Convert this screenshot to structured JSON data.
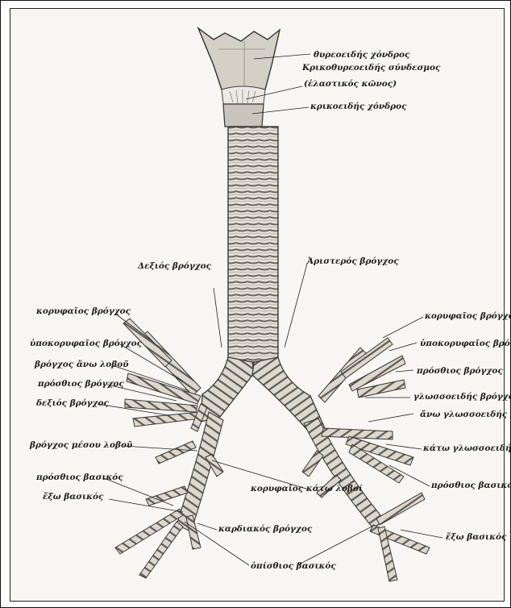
{
  "figure": {
    "labels": {
      "thyroid_cartilage": "θυρεοειδής χόνδρος",
      "cricothyroid_ligament": "Κρικοθυρεοειδής σύνδεσμος",
      "elastic_cone": "(ἐλαστικός κῶνος)",
      "cricoid_cartilage": "κρικοειδής χόνδρος",
      "right_bronchus": "Δεξιός βρόγχος",
      "left_bronchus": "Ἀριστερός βρόγχος",
      "apical_bronchus_right": "κορυφαῖος βρόγχος",
      "subapical_bronchus_right": "ὑποκορυφαῖος βρόγχος",
      "upper_lobe_bronchus": "βρόγχος ἄνω λοβοῦ",
      "anterior_bronchus_right": "πρόσθιος βρόγχος",
      "right_bronchus_lower": "δεξιός βρόγχος",
      "middle_lobe_bronchus": "βρόγχος μέσου λοβοῦ",
      "anterior_basal_right": "πρόσθιος βασικός",
      "lateral_basal_right": "ἔξω βασικός",
      "apical_bronchus_left": "κορυφαῖος βρόγχος",
      "subapical_bronchus_left": "ὑποκορυφαῖος βρόγχος",
      "anterior_bronchus_left": "πρόσθιος βρόγχος",
      "lingular_bronchus": "γλωσσοειδής βρόγχος",
      "upper_lingular": "ἄνω γλωσσοειδής",
      "lower_lingular": "κάτω γλωσσοειδής",
      "anterior_basal_left": "πρόσθιος βασικός",
      "lateral_basal_left": "ἔξω βασικός",
      "apical_lower_lobes": "κορυφαῖος κάτω λοβοί",
      "cardiac_bronchus": "καρδιακός βρόγχος",
      "posterior_basal": "ὀπίσθιος βασικός"
    }
  }
}
